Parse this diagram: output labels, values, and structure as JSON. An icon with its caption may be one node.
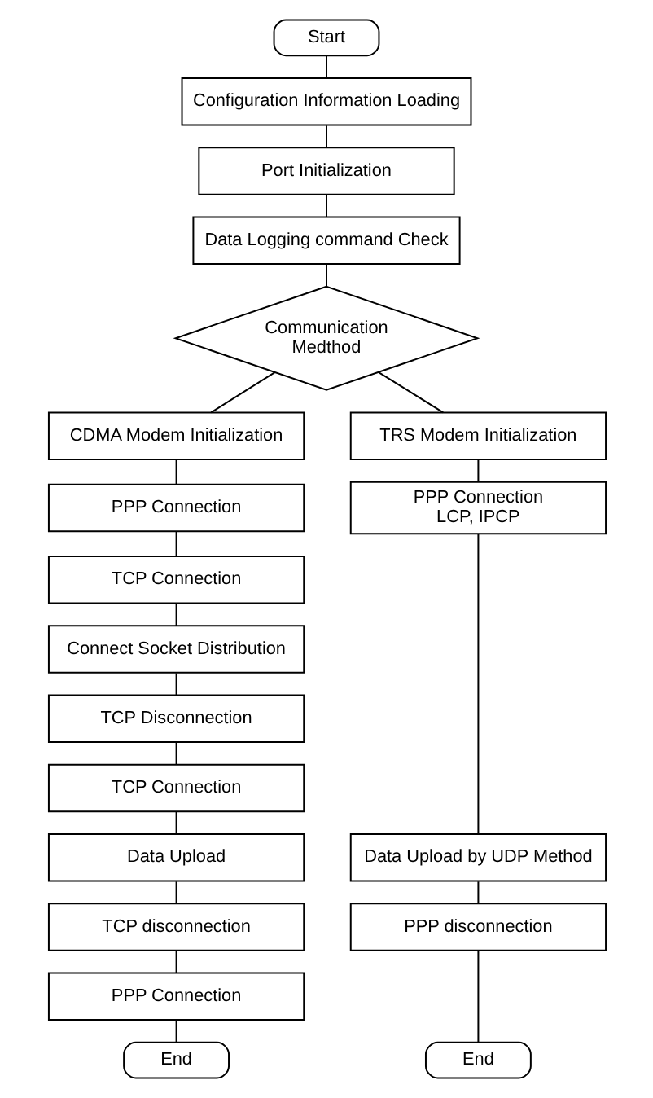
{
  "diagram": {
    "nodes": [
      {
        "text": [
          "Start"
        ]
      },
      {
        "text": [
          "Configuration Information Loading"
        ]
      },
      {
        "text": [
          "Port Initialization"
        ]
      },
      {
        "text": [
          "Data Logging command Check"
        ]
      },
      {
        "text": [
          "Communication Medthod"
        ]
      },
      {
        "text": [
          "CDMA Modem Initialization"
        ]
      },
      {
        "text": [
          "PPP Connection"
        ]
      },
      {
        "text": [
          "TCP Connection"
        ]
      },
      {
        "text": [
          "Connect Socket Distribution"
        ]
      },
      {
        "text": [
          "TCP Disconnection"
        ]
      },
      {
        "text": [
          "TCP Connection"
        ]
      },
      {
        "text": [
          "Data Upload"
        ]
      },
      {
        "text": [
          "TCP disconnection"
        ]
      },
      {
        "text": [
          "PPP Connection"
        ]
      },
      {
        "text": [
          "End"
        ]
      },
      {
        "text": [
          "TRS Modem Initialization"
        ]
      },
      {
        "text": [
          "PPP Connection LCP, IPCP"
        ]
      },
      {
        "text": [
          "Data Upload by UDP Method"
        ]
      },
      {
        "text": [
          "PPP disconnection"
        ]
      },
      {
        "text": [
          "End"
        ]
      }
    ],
    "edges": [
      {
        "from": 0,
        "to": 1,
        "arrow": "none"
      },
      {
        "from": 1,
        "to": 2,
        "arrow": "none"
      },
      {
        "from": 2,
        "to": 3,
        "arrow": "none"
      },
      {
        "from": 3,
        "to": 4,
        "arrow": "none"
      },
      {
        "from": 4,
        "to": 5,
        "arrow": "none"
      },
      {
        "from": 5,
        "to": 6,
        "arrow": "none"
      },
      {
        "from": 6,
        "to": 7,
        "arrow": "none"
      },
      {
        "from": 7,
        "to": 8,
        "arrow": "none"
      },
      {
        "from": 8,
        "to": 9,
        "arrow": "none"
      },
      {
        "from": 9,
        "to": 10,
        "arrow": "none"
      },
      {
        "from": 10,
        "to": 11,
        "arrow": "none"
      },
      {
        "from": 11,
        "to": 12,
        "arrow": "none"
      },
      {
        "from": 12,
        "to": 13,
        "arrow": "none"
      },
      {
        "from": 13,
        "to": 14,
        "arrow": "none"
      },
      {
        "from": 4,
        "to": 15,
        "arrow": "none"
      },
      {
        "from": 15,
        "to": 16,
        "arrow": "none"
      },
      {
        "from": 16,
        "to": 17,
        "arrow": "none"
      },
      {
        "from": 17,
        "to": 18,
        "arrow": "none"
      },
      {
        "from": 18,
        "to": 19,
        "arrow": "none"
      }
    ]
  }
}
